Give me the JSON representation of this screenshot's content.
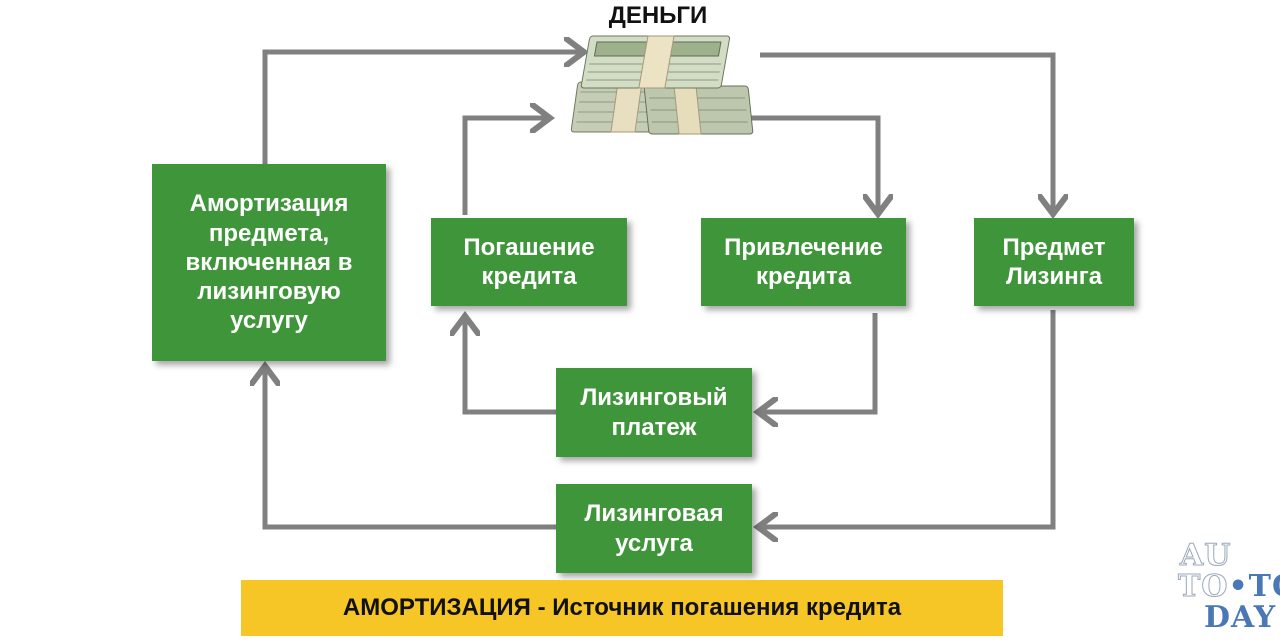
{
  "diagram": {
    "money": {
      "label": "ДЕНЬГИ",
      "icon": "money-stack-icon"
    },
    "nodes": {
      "amortization": "Амортизация\nпредмета,\nвключенная в\nлизинговую\nуслугу",
      "loan_repayment": "Погашение\nкредита",
      "loan_raising": "Привлечение\nкредита",
      "leasing_object": "Предмет\nЛизинга",
      "leasing_payment": "Лизинговый\nплатеж",
      "leasing_service": "Лизинговая\nуслуга"
    },
    "footer": "АМОРТИЗАЦИЯ - Источник погашения кредита"
  },
  "watermark": {
    "line1": "AU",
    "line2_a": "TO",
    "line2_b": "•TO",
    "line3": "DAY"
  },
  "colors": {
    "box_fill": "#3f9539",
    "box_text": "#ffffff",
    "connector": "#808080",
    "banner": "#f6c526",
    "watermark_accent": "#4a78b6"
  }
}
